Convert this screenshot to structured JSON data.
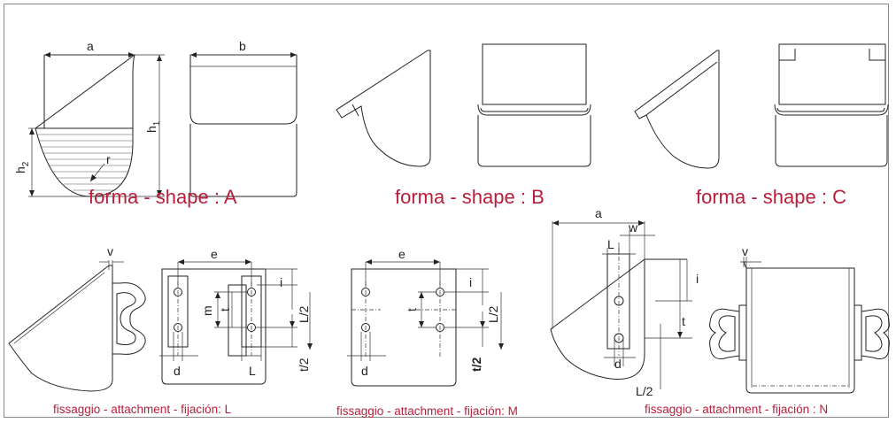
{
  "captions": {
    "shape_a": "forma - shape : A",
    "shape_b": "forma - shape : B",
    "shape_c": "forma - shape : C",
    "fix_l": "fissaggio - attachment - fijación: L",
    "fix_m": "fissaggio - attachment - fijación: M",
    "fix_n": "fissaggio - attachment - fijación : N"
  },
  "dims": {
    "a": "a",
    "b": "b",
    "h1": "h",
    "h1_sub": "1",
    "h2": "h",
    "h2_sub": "2",
    "r": "r",
    "v": "v",
    "e": "e",
    "i": "i",
    "m": "m",
    "t": "t",
    "L2": "L/2",
    "t2": "t/2",
    "d": "d",
    "L": "L",
    "w": "w"
  },
  "colors": {
    "caption": "#b81e3a",
    "line": "#222222",
    "frame": "#8a8a8a"
  }
}
